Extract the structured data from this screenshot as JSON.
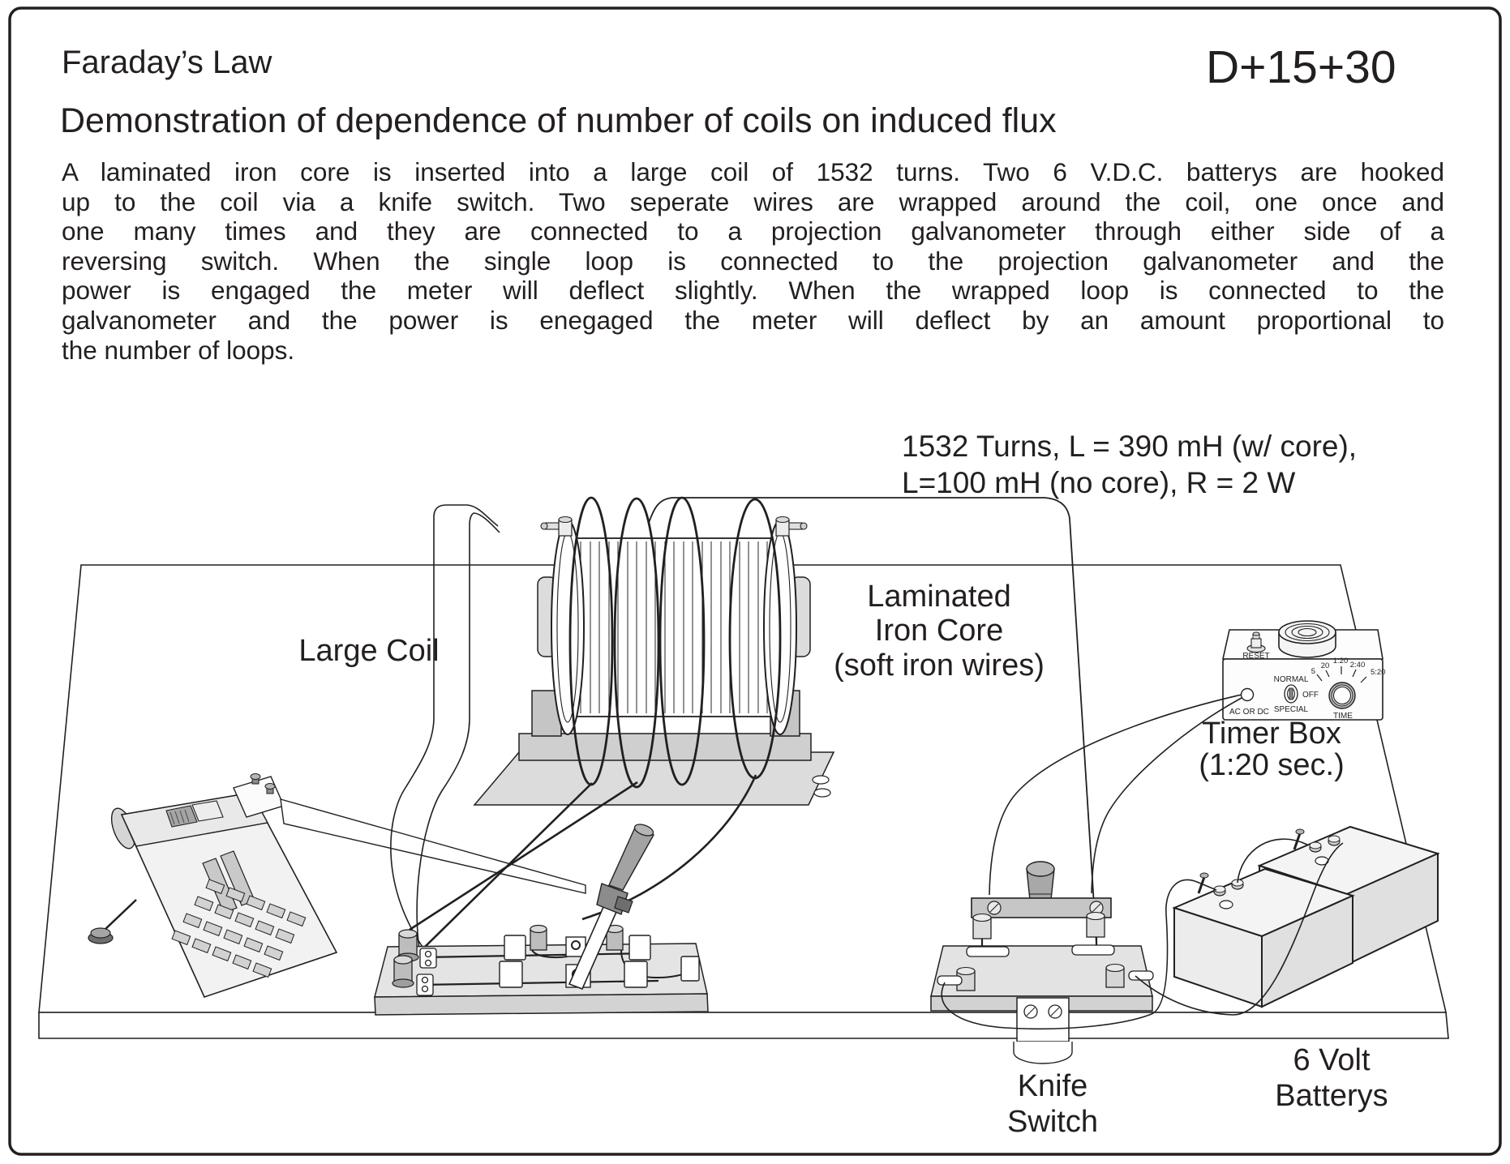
{
  "header": {
    "title": "Faraday’s Law",
    "code": "D+15+30",
    "subtitle": "Demonstration of dependence of number of coils on induced flux"
  },
  "paragraph": {
    "lines": [
      "A laminated iron core is inserted into a large coil of 1532 turns.  Two 6 V.D.C. batterys are hooked",
      "up to the coil via a knife switch.  Two seperate wires are wrapped around the coil, one once and",
      "one many times and they are connected to a projection galvanometer through either side of a",
      "reversing switch.  When the single loop is connected to the projection galvanometer and the",
      "power is engaged the meter will deflect slightly.  When the wrapped loop is connected to the",
      "galvanometer and the power is enegaged the meter will deflect by an amount proportional to",
      "the number of loops."
    ]
  },
  "diagram": {
    "coil_spec": {
      "line1": "1532 Turns, L =  390 mH (w/ core),",
      "line2": "L=100 mH (no core), R = 2 W"
    },
    "labels": {
      "large_coil": "Large Coil",
      "core_line1": "Laminated",
      "core_line2": "Iron Core",
      "core_line3": "(soft iron wires)",
      "timer_line1": "Timer Box",
      "timer_line2": "(1:20 sec.)",
      "knife_line1": "Knife",
      "knife_line2": "Switch",
      "battery_line1": "6 Volt",
      "battery_line2": "Batterys"
    },
    "timer_box": {
      "reset": "RESET",
      "normal": "NORMAL",
      "off": "OFF",
      "special": "SPECIAL",
      "ac_or_dc": "AC OR DC",
      "time": "TIME",
      "ticks": [
        "5",
        "20",
        "1:20",
        "2:40",
        "5:20"
      ]
    }
  },
  "colors": {
    "ink": "#231f20",
    "fill_light": "#f2f2f2",
    "fill_mid": "#d9d9d9",
    "fill_dark": "#a3a3a3",
    "background": "#ffffff"
  }
}
